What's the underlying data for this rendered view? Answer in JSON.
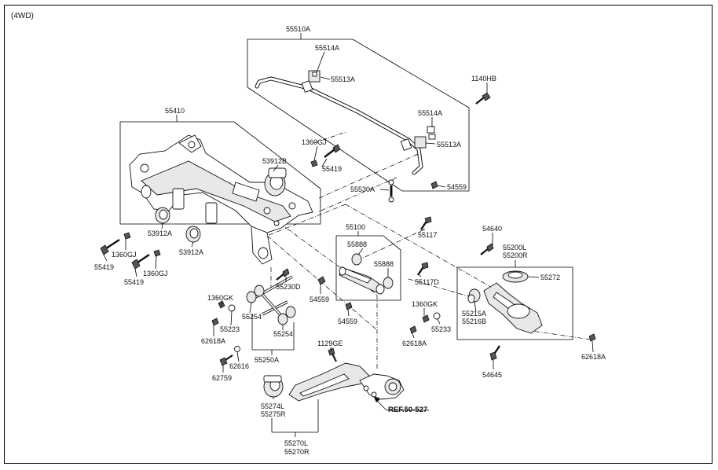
{
  "variant_label": "(4WD)",
  "ref_label": "REF.50-527",
  "parts": {
    "p55510A": "55510A",
    "p55514A_top": "55514A",
    "p55513A_top": "55513A",
    "p1140HB": "1140HB",
    "p55514A_mid": "55514A",
    "p55513A_mid": "55513A",
    "p55530A": "55530A",
    "p54559_top": "54559",
    "p55410": "55410",
    "p1360GJ_top": "1360GJ",
    "p53912B": "53912B",
    "p55419_top": "55419",
    "p53912A_a": "53912A",
    "p53912A_b": "53912A",
    "p1360GJ_l": "1360GJ",
    "p55419_l": "55419",
    "p55419_b": "55419",
    "p1360GJ_b": "1360GJ",
    "p55117": "55117",
    "p55100": "55100",
    "p55888_a": "55888",
    "p55888_b": "55888",
    "p55117D": "55117D",
    "p54559_mid": "54559",
    "p54559_low": "54559",
    "p55230D": "55230D",
    "p1360GK_l": "1360GK",
    "p55223": "55223",
    "p55254_a": "55254",
    "p55254_b": "55254",
    "p62618A_l": "62618A",
    "p62616": "62616",
    "p55250A": "55250A",
    "p62759": "62759",
    "p1129GE": "1129GE",
    "p55274L": "55274L",
    "p55275R": "55275R",
    "p55270L": "55270L",
    "p55270R": "55270R",
    "p1360GK_r": "1360GK",
    "p55233": "55233",
    "p62618A_m": "62618A",
    "p54640": "54640",
    "p55200L": "55200L",
    "p55200R": "55200R",
    "p55272": "55272",
    "p55215A": "55215A",
    "p55216B": "55216B",
    "p62618A_r": "62618A",
    "p54645": "54645"
  }
}
